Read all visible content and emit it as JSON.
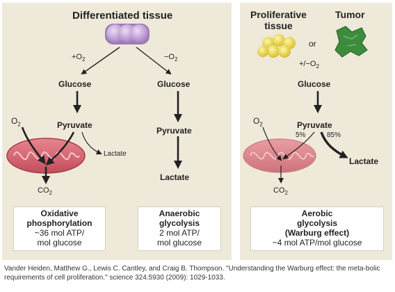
{
  "left": {
    "title": "Differentiated tissue",
    "cond_aerobic": "+O",
    "cond_aerobic_sub": "2",
    "cond_anaerobic": "−O",
    "cond_anaerobic_sub": "2",
    "oxphos": {
      "glucose": "Glucose",
      "pyruvate": "Pyruvate",
      "o2": "O",
      "o2_sub": "2",
      "lactate": "Lactate",
      "co2": "CO",
      "co2_sub": "2",
      "box": {
        "line1": "Oxidative",
        "line2": "phosphorylation",
        "line3": "~36 mol ATP/",
        "line4": "mol glucose"
      }
    },
    "anaerobic": {
      "glucose": "Glucose",
      "pyruvate": "Pyruvate",
      "lactate": "Lactate",
      "box": {
        "line1": "Anaerobic",
        "line2": "glycolysis",
        "line3": "2 mol ATP/",
        "line4": "mol glucose"
      }
    }
  },
  "right": {
    "title_line1": "Proliferative",
    "title_line2": "tissue",
    "or": "or",
    "tumor": "Tumor",
    "cond": "+/−O",
    "cond_sub": "2",
    "glucose": "Glucose",
    "pyruvate": "Pyruvate",
    "o2": "O",
    "o2_sub": "2",
    "pct_mito": "5%",
    "pct_lactate": "85%",
    "lactate": "Lactate",
    "co2": "CO",
    "co2_sub": "2",
    "box": {
      "line1": "Aerobic",
      "line2": "glycolysis",
      "line3": "(Warburg effect)",
      "line4": "~4 mol ATP/mol glucose"
    }
  },
  "citation": "Vander Heiden, Matthew G., Lewis C. Cantley, and Craig B. Thompson. \"Understanding the Warburg effect: the meta-bolic requirements of cell proliferation.\" science 324.5930 (2009): 1029-1033.",
  "colors": {
    "panel": "#efe9da",
    "mito": "#d9707c",
    "cell": "#c8a8dd",
    "yellow": "#e8d545",
    "tumor": "#3d8c3d"
  }
}
